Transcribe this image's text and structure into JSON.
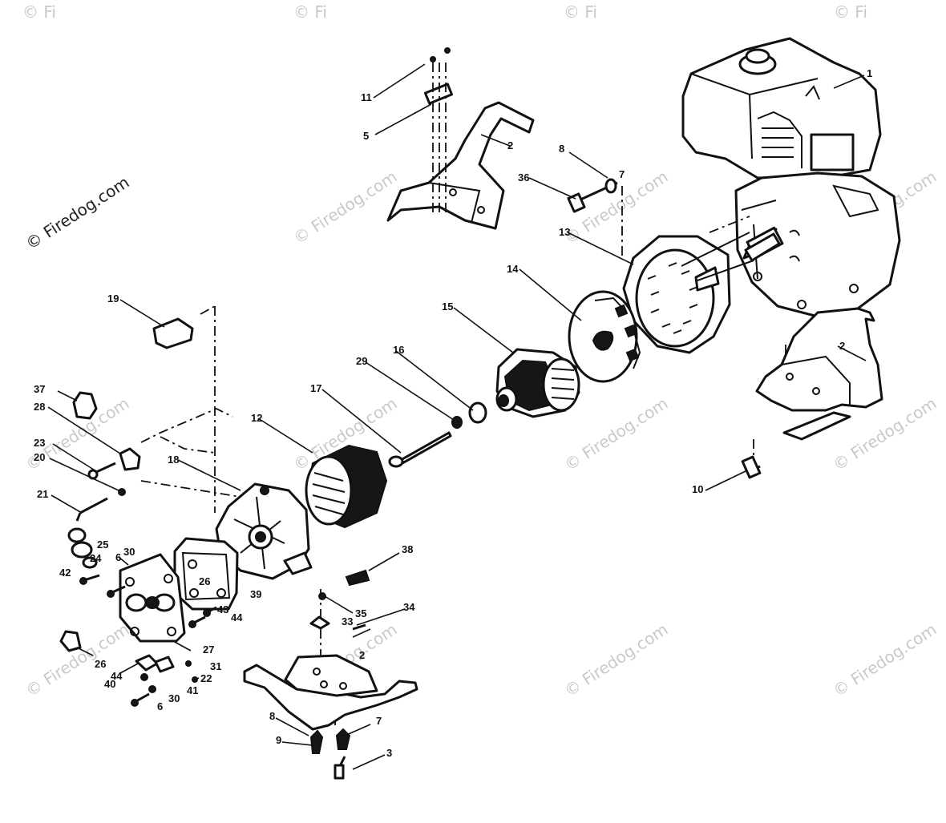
{
  "watermark": {
    "text": "© Firedog.com",
    "corner_text": "© Fi",
    "color": "#c9c9c9"
  },
  "callouts": [
    {
      "id": "c1",
      "label": "1"
    },
    {
      "id": "c2a",
      "label": "2"
    },
    {
      "id": "c2b",
      "label": "2"
    },
    {
      "id": "c2c",
      "label": "2"
    },
    {
      "id": "c3",
      "label": "3"
    },
    {
      "id": "c5",
      "label": "5"
    },
    {
      "id": "c6a",
      "label": "6"
    },
    {
      "id": "c6b",
      "label": "6"
    },
    {
      "id": "c7a",
      "label": "7"
    },
    {
      "id": "c7b",
      "label": "7"
    },
    {
      "id": "c8a",
      "label": "8"
    },
    {
      "id": "c8b",
      "label": "8"
    },
    {
      "id": "c9",
      "label": "9"
    },
    {
      "id": "c10",
      "label": "10"
    },
    {
      "id": "c11",
      "label": "11"
    },
    {
      "id": "c12",
      "label": "12"
    },
    {
      "id": "c13",
      "label": "13"
    },
    {
      "id": "c14",
      "label": "14"
    },
    {
      "id": "c15",
      "label": "15"
    },
    {
      "id": "c16",
      "label": "16"
    },
    {
      "id": "c17",
      "label": "17"
    },
    {
      "id": "c18",
      "label": "18"
    },
    {
      "id": "c19",
      "label": "19"
    },
    {
      "id": "c20",
      "label": "20"
    },
    {
      "id": "c21",
      "label": "21"
    },
    {
      "id": "c22",
      "label": "22"
    },
    {
      "id": "c23",
      "label": "23"
    },
    {
      "id": "c24",
      "label": "24"
    },
    {
      "id": "c25",
      "label": "25"
    },
    {
      "id": "c26a",
      "label": "26"
    },
    {
      "id": "c26b",
      "label": "26"
    },
    {
      "id": "c27",
      "label": "27"
    },
    {
      "id": "c28",
      "label": "28"
    },
    {
      "id": "c29",
      "label": "29"
    },
    {
      "id": "c30a",
      "label": "30"
    },
    {
      "id": "c30b",
      "label": "30"
    },
    {
      "id": "c31",
      "label": "31"
    },
    {
      "id": "c33",
      "label": "33"
    },
    {
      "id": "c34",
      "label": "34"
    },
    {
      "id": "c35",
      "label": "35"
    },
    {
      "id": "c36",
      "label": "36"
    },
    {
      "id": "c37",
      "label": "37"
    },
    {
      "id": "c38",
      "label": "38"
    },
    {
      "id": "c39",
      "label": "39"
    },
    {
      "id": "c40",
      "label": "40"
    },
    {
      "id": "c41",
      "label": "41"
    },
    {
      "id": "c42",
      "label": "42"
    },
    {
      "id": "c43",
      "label": "43"
    },
    {
      "id": "c44a",
      "label": "44"
    },
    {
      "id": "c44b",
      "label": "44"
    }
  ]
}
